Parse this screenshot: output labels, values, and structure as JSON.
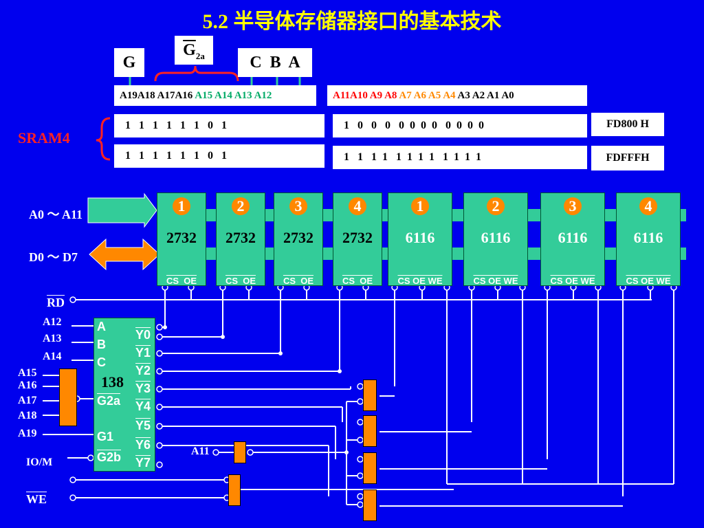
{
  "title": "5.2 半导体存储器接口的基本技术",
  "decode_groups": {
    "g_label": "G",
    "g2a_label": "G",
    "g2a_sub": "2a",
    "cba_label": "C  B  A"
  },
  "address_header": {
    "high_bits": [
      "A19",
      "A18",
      "A17",
      "A16",
      "A15",
      "A14",
      "A13",
      "A12"
    ],
    "low_bits": [
      "A11",
      "A10",
      "A9",
      "A8",
      "A7",
      "A6",
      "A5",
      "A4",
      "A3",
      "A2",
      "A1",
      "A0"
    ]
  },
  "sram_label": "SRAM4",
  "address_rows": [
    {
      "high": "1   1   1   1   1   1   0   1",
      "low": "1   0   0   0   0  0  0  0   0  0  0  0",
      "hex": "FD800 H"
    },
    {
      "high": "1   1   1   1   1   1   0   1",
      "low": "1   1   1  1   1  1  1  1   1  1  1  1",
      "hex": "FDFFFH"
    }
  ],
  "buses": {
    "addr": "A0 ～ A11",
    "data": "D0 ～ D7"
  },
  "chips": [
    {
      "num": "1",
      "type": "2732",
      "pins": "CS  OE"
    },
    {
      "num": "2",
      "type": "2732",
      "pins": "CS  OE"
    },
    {
      "num": "3",
      "type": "2732",
      "pins": "CS  OE"
    },
    {
      "num": "4",
      "type": "2732",
      "pins": "CS  OE"
    },
    {
      "num": "1",
      "type": "6116",
      "pins": "CS OE WE"
    },
    {
      "num": "2",
      "type": "6116",
      "pins": "CS OE WE"
    },
    {
      "num": "3",
      "type": "6116",
      "pins": "CS OE WE"
    },
    {
      "num": "4",
      "type": "6116",
      "pins": "CS OE WE"
    }
  ],
  "signals": {
    "rd": "RD",
    "a12": "A12",
    "a13": "A13",
    "a14": "A14",
    "a15": "A15",
    "a16": "A16",
    "a17": "A17",
    "a18": "A18",
    "a19": "A19",
    "iom": "IO/M",
    "we": "WE",
    "a11": "A11"
  },
  "decoder": {
    "name": "138",
    "inputs": [
      "A",
      "B",
      "C",
      "G2a",
      "G1",
      "G2b"
    ],
    "outputs": [
      "Y0",
      "Y1",
      "Y2",
      "Y3",
      "Y4",
      "Y5",
      "Y6",
      "Y7"
    ]
  },
  "colors": {
    "background": "#0000ee",
    "title": "#ffff00",
    "chip": "#33cc99",
    "gate": "#ff8800",
    "sram_label": "#ff2222",
    "a11_a8": "#ff0000",
    "a7_a4": "#ff8800",
    "a15_a12": "#00aa66"
  }
}
